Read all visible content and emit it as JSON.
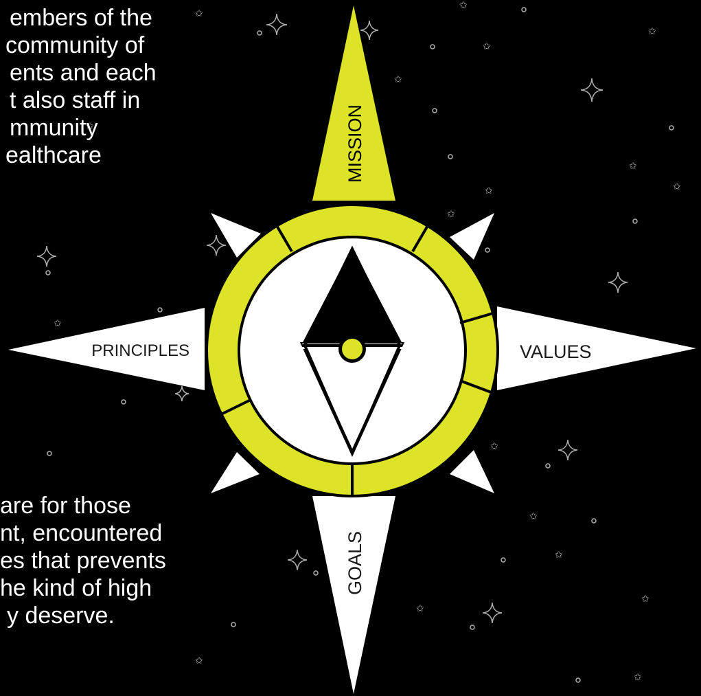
{
  "text_top": {
    "lines": [
      "embers of the",
      "community of",
      "ents and each",
      "t also staff in",
      "mmunity",
      "ealthcare"
    ]
  },
  "text_bottom": {
    "lines": [
      "are for those",
      "nt, encountered",
      "es that prevents",
      "he kind of high",
      "y deserve."
    ]
  },
  "compass": {
    "north_label": "MISSION",
    "south_label": "GOALS",
    "east_label": "VALUES",
    "west_label": "PRINCIPLES",
    "colors": {
      "accent": "#dde326",
      "white": "#ffffff",
      "black": "#000000",
      "background": "#000000"
    },
    "icon": "compass-needle-icon"
  }
}
